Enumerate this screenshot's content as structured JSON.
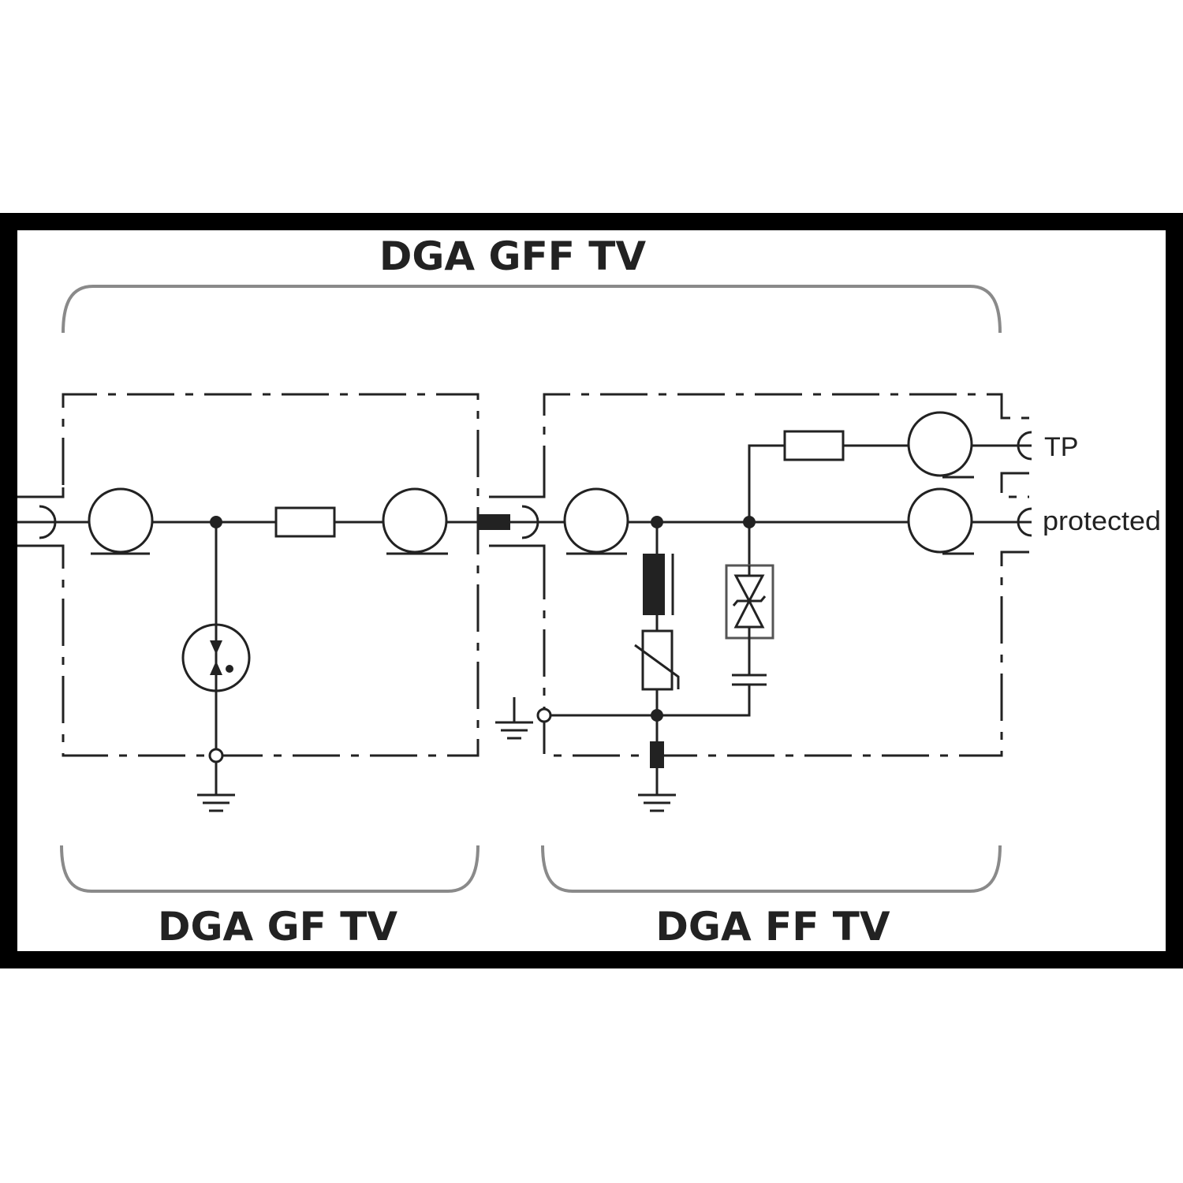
{
  "labels": {
    "top_title": "DGA GFF TV",
    "left_title": "DGA GF TV",
    "right_title": "DGA FF TV",
    "port_tp": "TP",
    "port_protected": "protected"
  },
  "colors": {
    "ink": "#222222",
    "frame": "#000000",
    "bracket": "#8a8a8a",
    "background": "#ffffff"
  }
}
